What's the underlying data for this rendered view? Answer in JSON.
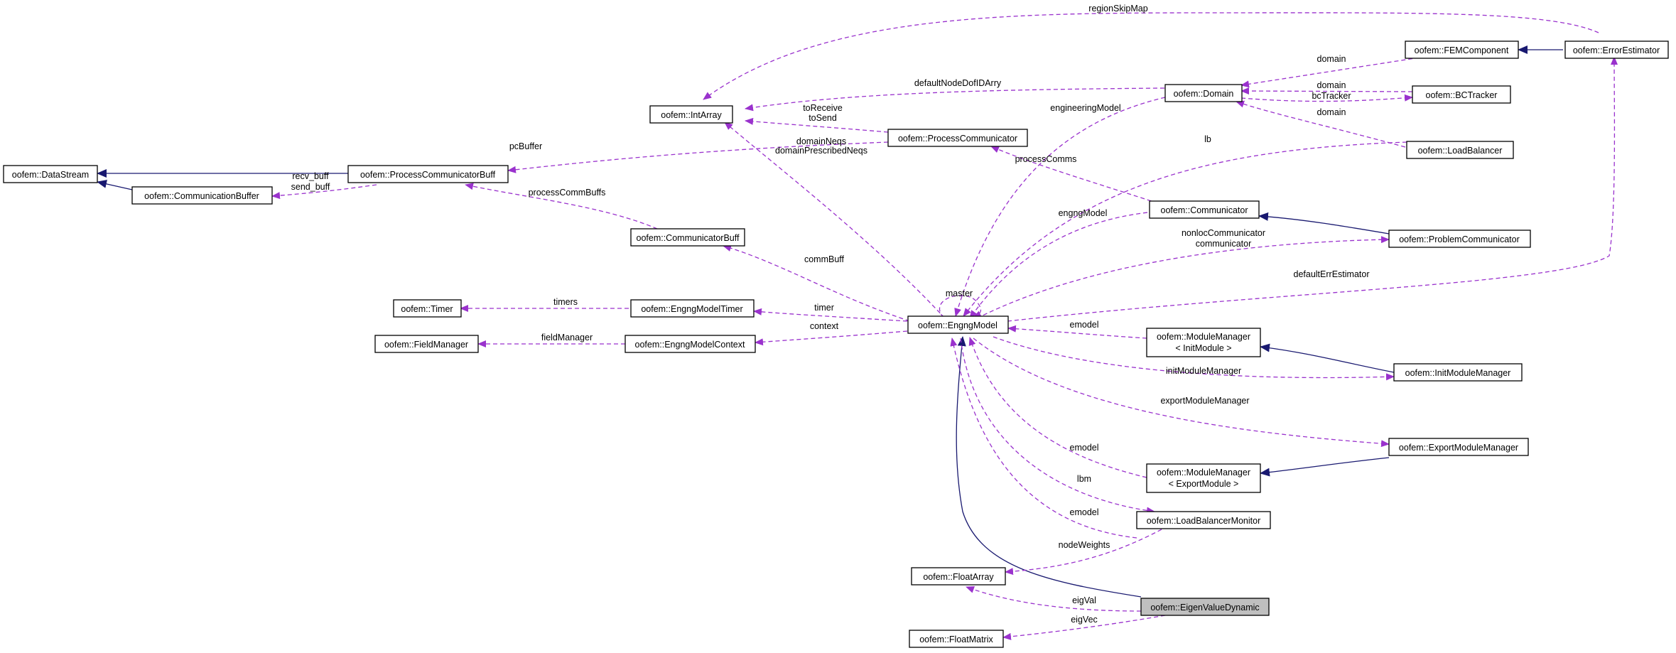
{
  "nodes": {
    "datastream": "oofem::DataStream",
    "communicationbuffer": "oofem::CommunicationBuffer",
    "processcommunicatorbuff": "oofem::ProcessCommunicatorBuff",
    "intarray": "oofem::IntArray",
    "processcommunicator": "oofem::ProcessCommunicator",
    "communicatorbuff": "oofem::CommunicatorBuff",
    "timer": "oofem::Timer",
    "engngmodeltimer": "oofem::EngngModelTimer",
    "fieldmanager": "oofem::FieldManager",
    "engngmodelcontext": "oofem::EngngModelContext",
    "engngmodel": "oofem::EngngModel",
    "domain": "oofem::Domain",
    "femcomponent": "oofem::FEMComponent",
    "errorestimator": "oofem::ErrorEstimator",
    "bctracker": "oofem::BCTracker",
    "loadbalancer": "oofem::LoadBalancer",
    "communicator": "oofem::Communicator",
    "problemcommunicator": "oofem::ProblemCommunicator",
    "modulemanager_init_1": "oofem::ModuleManager",
    "modulemanager_init_2": "< InitModule >",
    "initmodulemanager": "oofem::InitModuleManager",
    "exportmodulemanager": "oofem::ExportModuleManager",
    "modulemanager_export_1": "oofem::ModuleManager",
    "modulemanager_export_2": "< ExportModule >",
    "loadbalancermonitor": "oofem::LoadBalancerMonitor",
    "floatarray": "oofem::FloatArray",
    "eigenvaluedynamic": "oofem::EigenValueDynamic",
    "floatmatrix": "oofem::FloatMatrix"
  },
  "labels": {
    "regionskipmap": "regionSkipMap",
    "domain_fem": "domain",
    "defaultnodedofidarry": "defaultNodeDofIDArry",
    "domain_bc": "domain",
    "bctracker": "bcTracker",
    "domain_lb": "domain",
    "toreceive": "toReceive",
    "tosend": "toSend",
    "engineeringmodel": "engineeringModel",
    "lb": "lb",
    "domainneqs": "domainNeqs",
    "domainprescribedneqs": "domainPrescribedNeqs",
    "pcbuffer": "pcBuffer",
    "recv_buff": "recv_buff",
    "send_buff": "send_buff",
    "processcomms": "processComms",
    "processcommbuffs": "processCommBuffs",
    "engngmodel": "engngModel",
    "nonloccommunicator": "nonlocCommunicator",
    "communicator": "communicator",
    "commbuff": "commBuff",
    "master": "master",
    "defaulterrestimator": "defaultErrEstimator",
    "timers": "timers",
    "timer": "timer",
    "fieldmanager": "fieldManager",
    "context": "context",
    "emodel_init": "emodel",
    "initmodulemanager": "initModuleManager",
    "exportmodulemanager": "exportModuleManager",
    "emodel_export": "emodel",
    "lbm": "lbm",
    "emodel_lbm": "emodel",
    "nodeweights": "nodeWeights",
    "eigval": "eigVal",
    "eigvec": "eigVec"
  },
  "colors": {
    "dependency_edge": "#9a32cd",
    "inheritance_edge": "#191970",
    "focus_node_fill": "#bfbfbf"
  }
}
